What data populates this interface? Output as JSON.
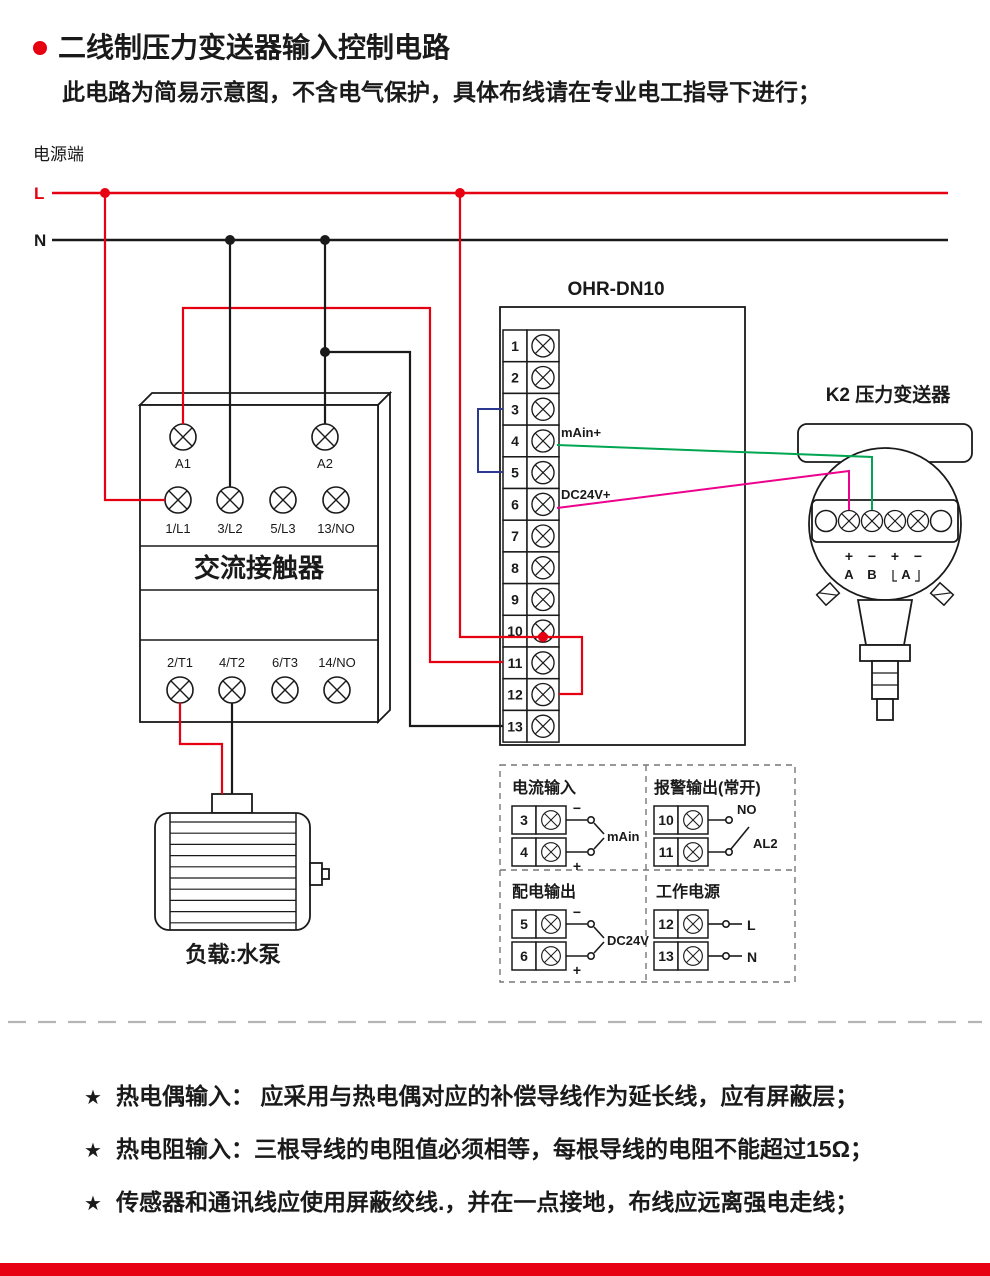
{
  "page": {
    "title": "二线制压力变送器输入控制电路",
    "subtitle": "此电路为简易示意图，不含电气保护，具体布线请在专业电工指导下进行；"
  },
  "power": {
    "label": "电源端",
    "live": "L",
    "neutral": "N"
  },
  "controller": {
    "model": "OHR-DN10",
    "terminals": [
      "1",
      "2",
      "3",
      "4",
      "5",
      "6",
      "7",
      "8",
      "9",
      "10",
      "11",
      "12",
      "13"
    ],
    "terminal_labels": {
      "mA_in": "mAin+",
      "dc24v": "DC24V+"
    }
  },
  "contactor": {
    "name": "交流接触器",
    "coil_terminals": [
      "A1",
      "A2"
    ],
    "input_terminals": [
      "1/L1",
      "3/L2",
      "5/L3",
      "13/NO"
    ],
    "output_terminals": [
      "2/T1",
      "4/T2",
      "6/T3",
      "14/NO"
    ]
  },
  "load": {
    "label": "负载:水泵"
  },
  "transmitter": {
    "label": "K2 压力变送器",
    "polarity_labels": [
      "+",
      "−",
      "+",
      "−"
    ],
    "terminal_labels": [
      "A",
      "B",
      "A"
    ]
  },
  "legend": {
    "current_input": {
      "title": "电流输入",
      "terminals": [
        "3",
        "4"
      ],
      "minus": "−",
      "plus": "+",
      "signal": "mAin"
    },
    "alarm_output": {
      "title": "报警输出(常开)",
      "terminals": [
        "10",
        "11"
      ],
      "contact": "NO",
      "name": "AL2"
    },
    "power_output": {
      "title": "配电输出",
      "terminals": [
        "5",
        "6"
      ],
      "minus": "−",
      "plus": "+",
      "signal": "DC24V"
    },
    "work_power": {
      "title": "工作电源",
      "terminals": [
        "12",
        "13"
      ],
      "live": "L",
      "neutral": "N"
    }
  },
  "notes": {
    "bullet": "★",
    "items": [
      "热电偶输入： 应采用与热电偶对应的补偿导线作为延长线，应有屏蔽层；",
      "热电阻输入：三根导线的电阻值必须相等，每根导线的电阻不能超过15Ω；",
      "传感器和通讯线应使用屏蔽绞线.，并在一点接地，布线应远离强电走线；"
    ]
  },
  "colors": {
    "live_wire": "#e60012",
    "neutral_wire": "#1a1a1a",
    "signal_green": "#00a651",
    "signal_magenta": "#ec008c",
    "jumper_blue": "#2b3990",
    "accent_red": "#e60012"
  }
}
